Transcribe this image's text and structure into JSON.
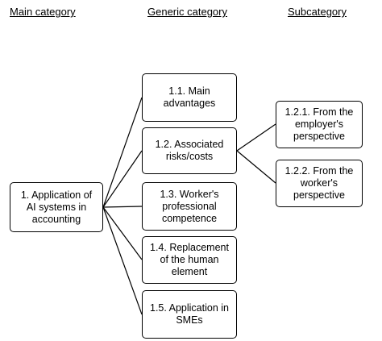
{
  "headers": {
    "main": "Main category",
    "generic": "Generic category",
    "sub": "Subcategory"
  },
  "nodes": {
    "root": "1. Application of\nAI systems in\naccounting",
    "g1": "1.1. Main\nadvantages",
    "g2": "1.2. Associated\nrisks/costs",
    "g3": "1.3. Worker's\nprofessional\ncompetence",
    "g4": "1.4. Replacement\nof the human\nelement",
    "g5": "1.5. Application in\nSMEs",
    "s1": "1.2.1. From the\nemployer's\nperspective",
    "s2": "1.2.2. From the\nworker's\nperspective"
  }
}
